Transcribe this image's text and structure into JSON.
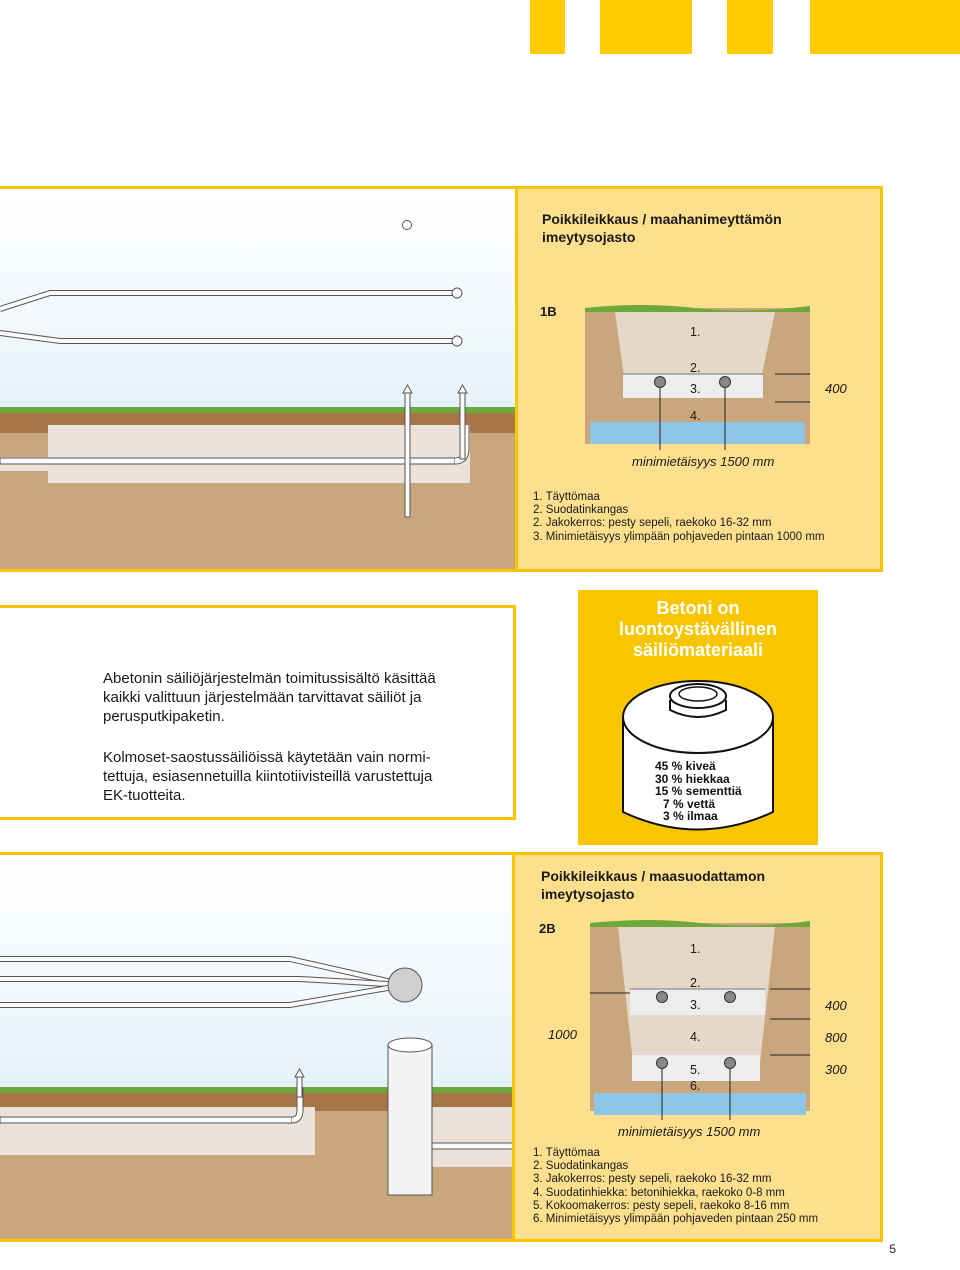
{
  "section1": {
    "title_line1": "Poikkileikkaus / maahanimeyttämön",
    "title_line2": "imeytysojasto",
    "tag": "1B",
    "layers": [
      "1.",
      "2.",
      "3.",
      "4."
    ],
    "dimension_400": "400",
    "min_distance": "minimietäisyys 1500 mm",
    "legend": [
      "1. Täyttömaa",
      "2. Suodatinkangas",
      "2. Jakokerros: pesty sepeli, raekoko 16-32 mm",
      "3. Minimietäisyys ylimpään pohjaveden pintaan 1000 mm"
    ]
  },
  "info": {
    "paragraph1_lines": [
      "Abetonin säiliöjärjestelmän toimitussisältö käsittää",
      "kaikki valittuun järjestelmään tarvittavat säiliöt ja",
      "perusputkipaketin."
    ],
    "paragraph2_lines": [
      "Kolmoset-saostussäiliöissä käytetään vain normi-",
      "tettuja, esiasennetuilla kiintotiivisteillä varustettuja",
      "EK-tuotteita."
    ]
  },
  "concrete": {
    "title_lines": [
      "Betoni on",
      "luontoystävällinen",
      "säiliömateriaali"
    ],
    "mix": [
      "45 % kiveä",
      "30 % hiekkaa",
      "15 % sementtiä",
      " 7 % vettä",
      " 3 % ilmaa"
    ]
  },
  "section2": {
    "title_line1": "Poikkileikkaus / maasuodattamon",
    "title_line2": "imeytysojasto",
    "tag": "2B",
    "layers": [
      "1.",
      "2.",
      "3.",
      "4.",
      "5.",
      "6."
    ],
    "dim_left": "1000",
    "dim_400": "400",
    "dim_800": "800",
    "dim_300": "300",
    "min_distance": "minimietäisyys 1500 mm",
    "legend": [
      "1. Täyttömaa",
      "2. Suodatinkangas",
      "3. Jakokerros: pesty sepeli, raekoko 16-32 mm",
      "4. Suodatinhiekka: betonihiekka, raekoko 0-8 mm",
      "5. Kokoomakerros: pesty sepeli, raekoko 8-16 mm",
      "6. Minimietäisyys ylimpään pohjaveden pintaan 250 mm"
    ]
  },
  "page_number": "5",
  "colors": {
    "accent_yellow": "#ffcc00",
    "panel_yellow": "#fde08e",
    "soil": "#c9a67c",
    "grass": "#6ea83a",
    "groundwater": "#8ec7e6"
  }
}
